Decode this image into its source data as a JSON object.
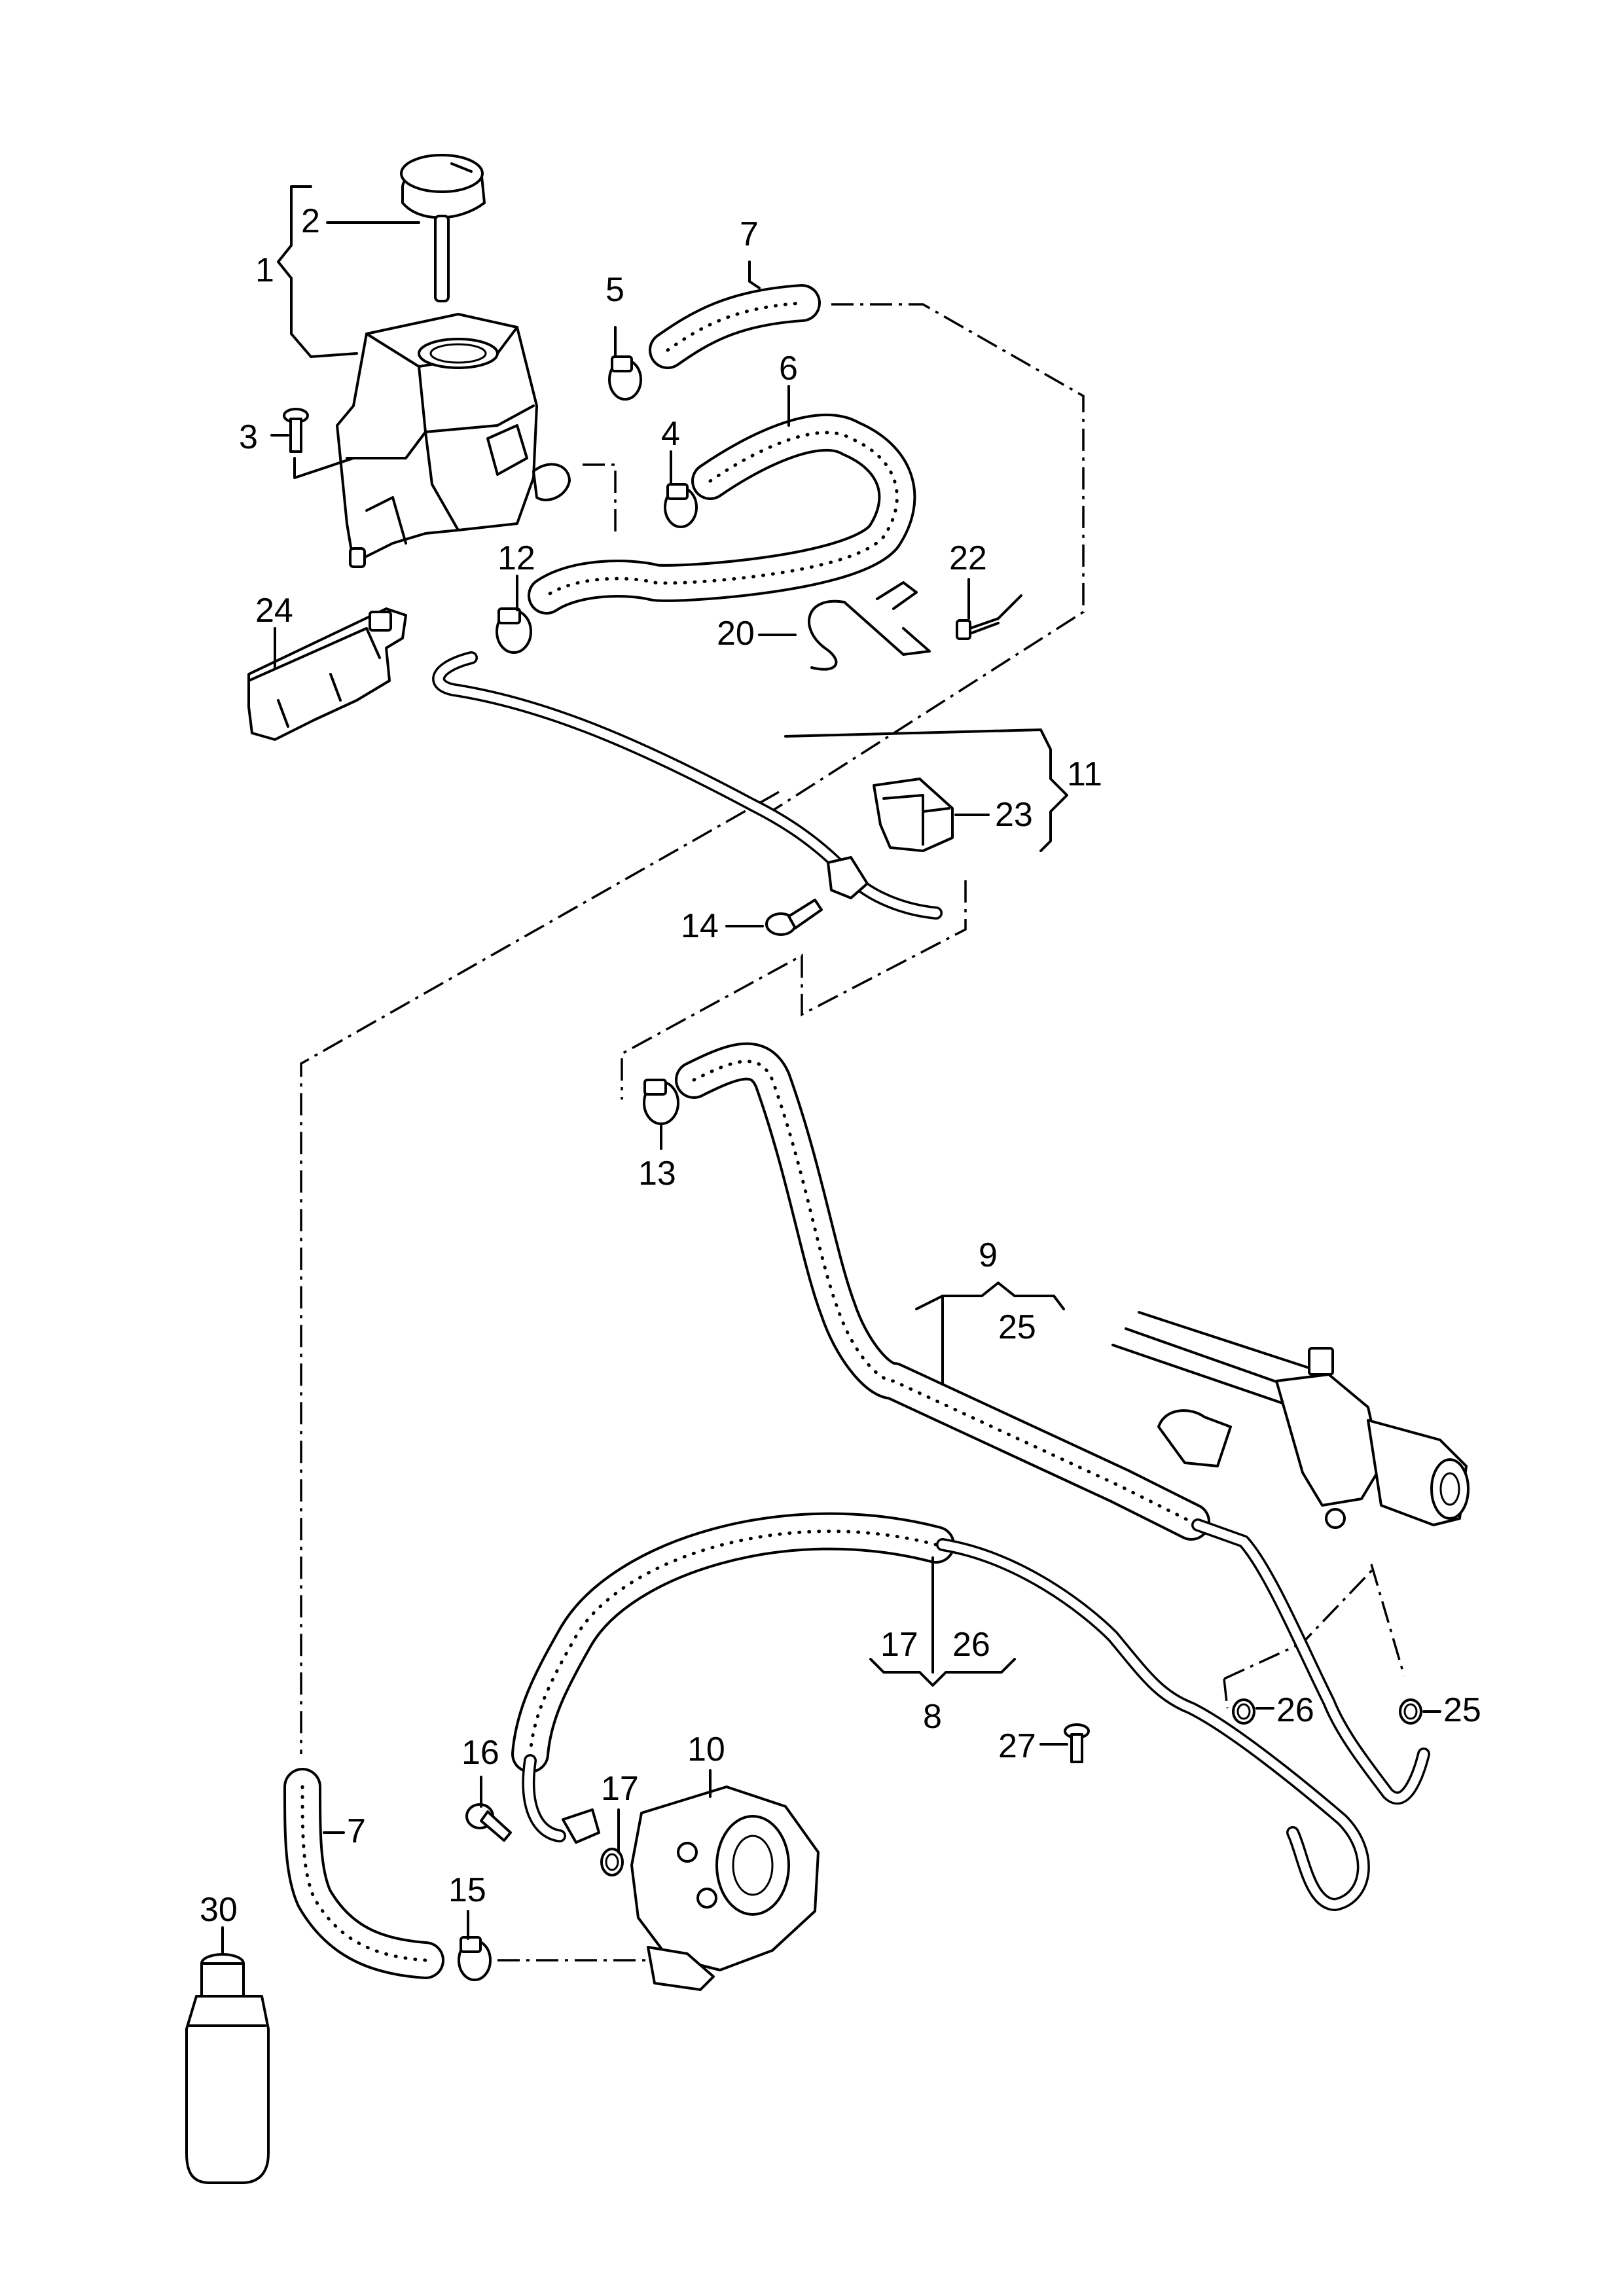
{
  "callouts": {
    "c1": "1",
    "c2": "2",
    "c3": "3",
    "c4": "4",
    "c5": "5",
    "c6": "6",
    "c7a": "7",
    "c7b": "7",
    "c8": "8",
    "c9": "9",
    "c10": "10",
    "c11": "11",
    "c12": "12",
    "c13": "13",
    "c14": "14",
    "c15": "15",
    "c16": "16",
    "c17a": "17",
    "c17b": "17",
    "c20": "20",
    "c22": "22",
    "c23": "23",
    "c24": "24",
    "c25a": "25",
    "c25b": "25",
    "c26a": "26",
    "c26b": "26",
    "c27": "27",
    "c30": "30"
  }
}
